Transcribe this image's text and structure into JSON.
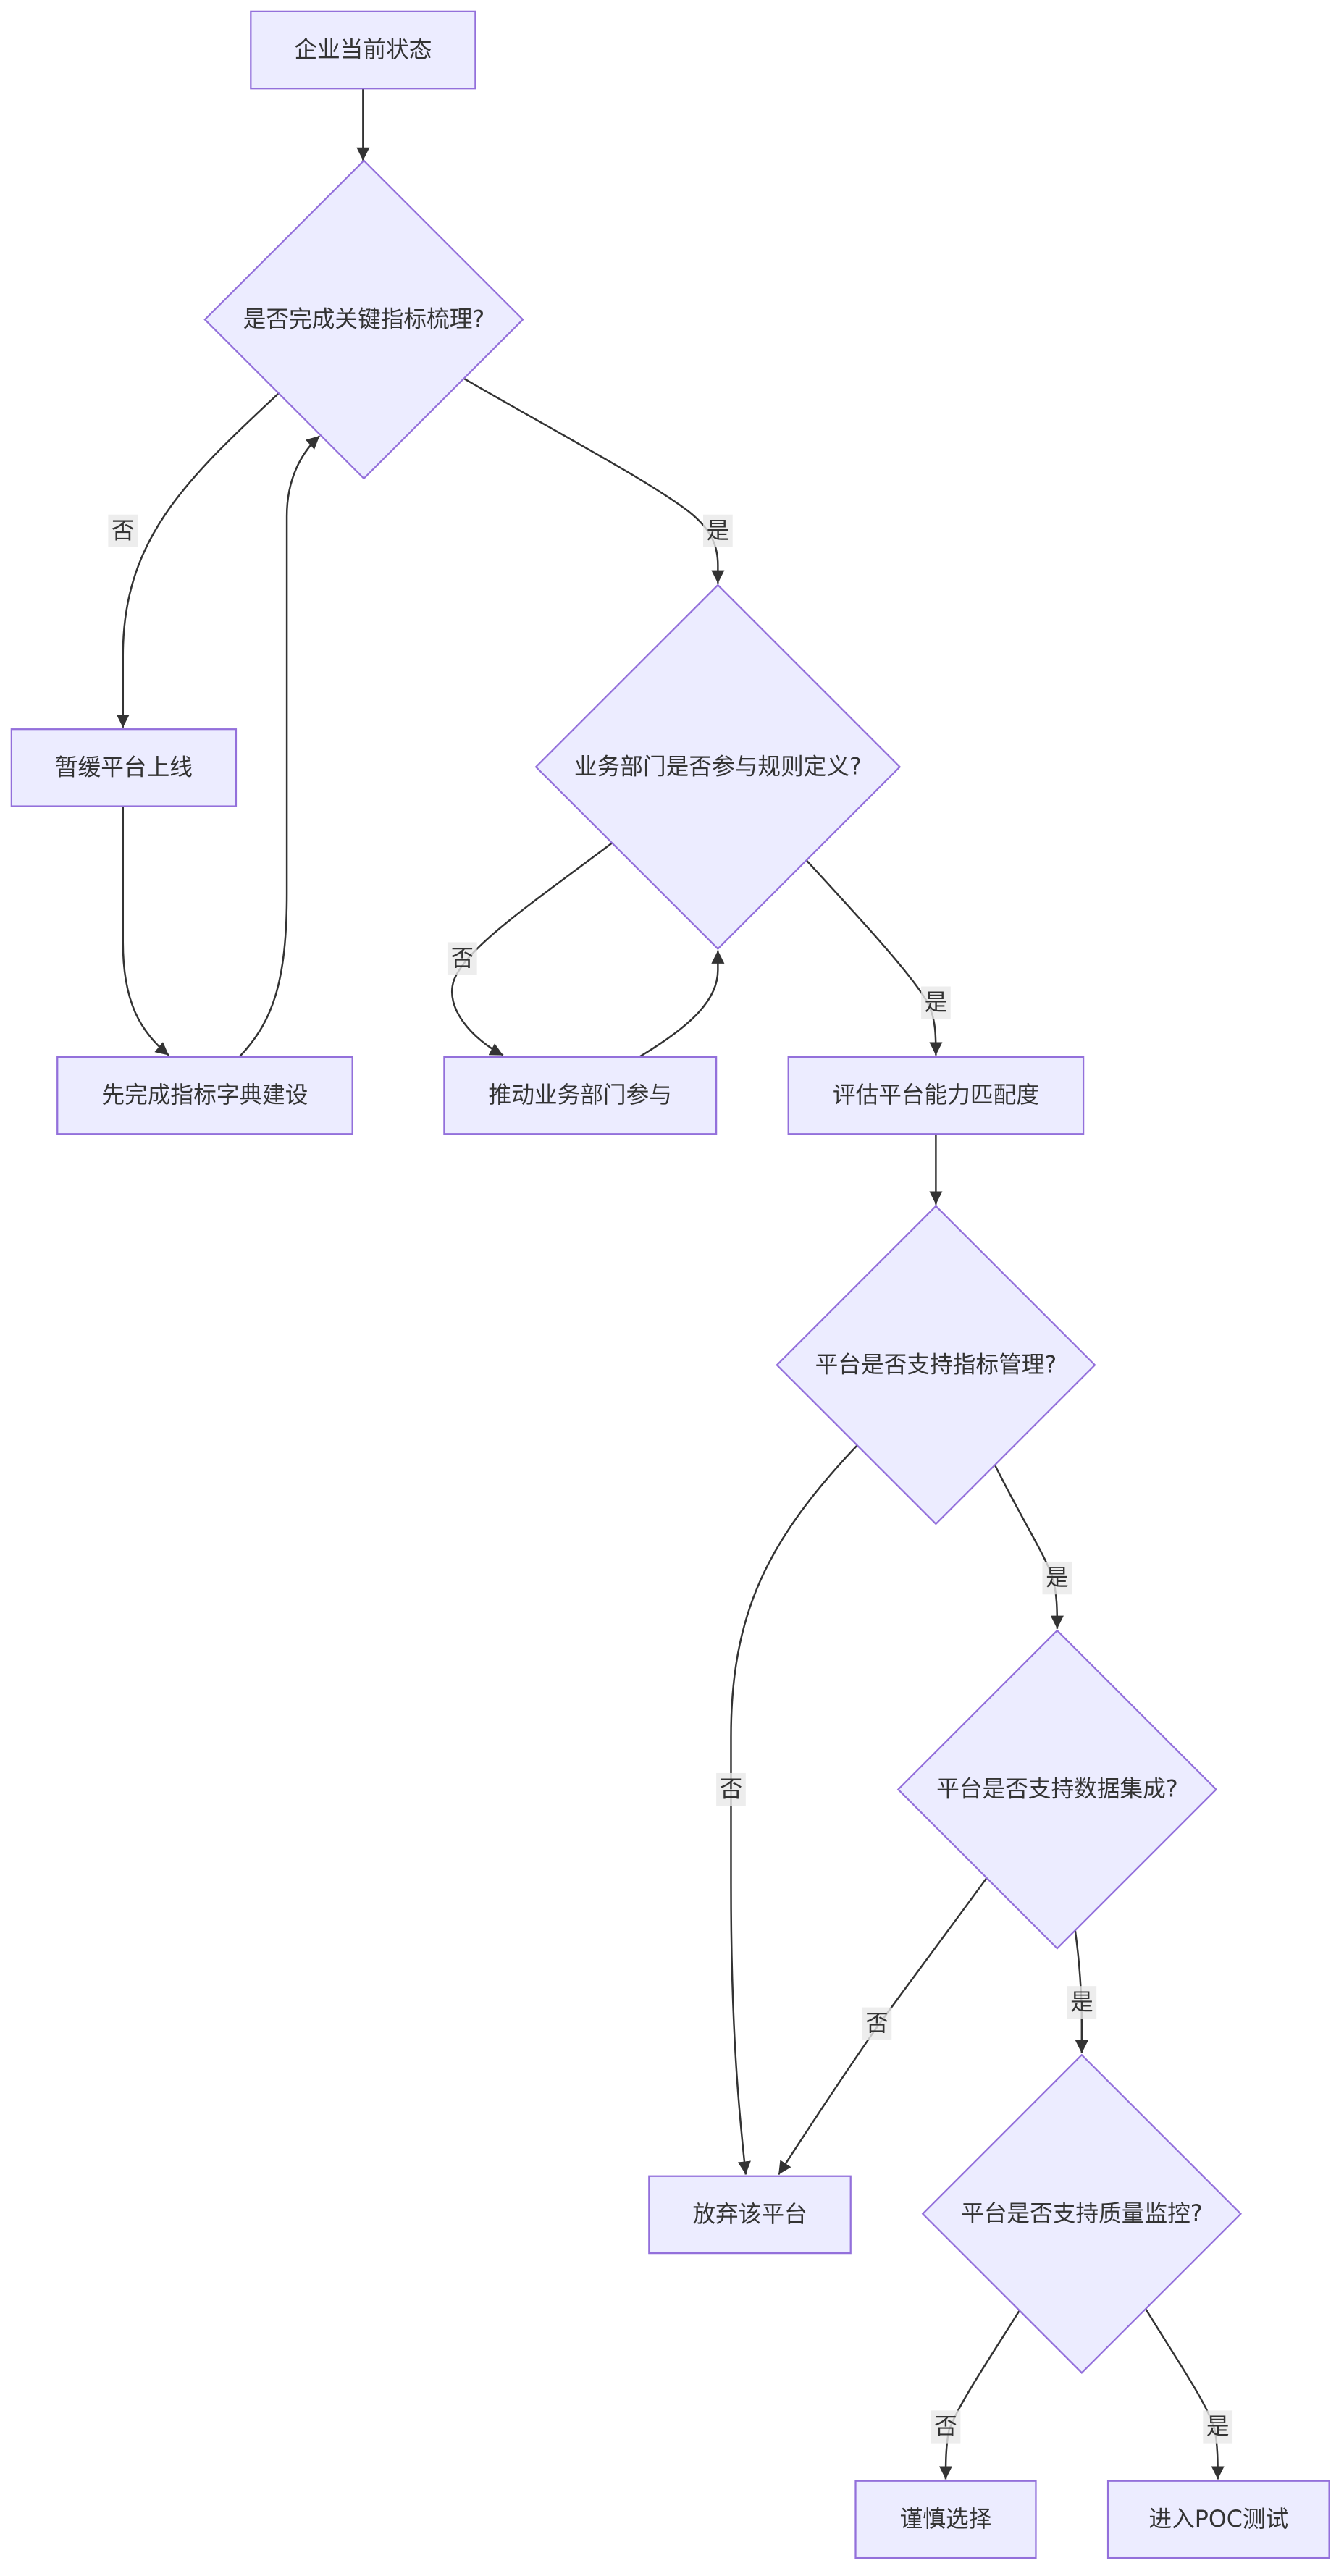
{
  "colors": {
    "background": "#FFFFFF",
    "node_fill": "#ECECFF",
    "node_stroke": "#9370DB",
    "edge_stroke": "#333333",
    "edge_label_bg": "#E8E8E8",
    "text": "#333333"
  },
  "nodes": {
    "start": "企业当前状态",
    "q_metrics_sorted": "是否完成关键指标梳理?",
    "pause_launch": "暂缓平台上线",
    "build_dictionary": "先完成指标字典建设",
    "q_business_involved": "业务部门是否参与规则定义?",
    "push_business": "推动业务部门参与",
    "evaluate_fit": "评估平台能力匹配度",
    "q_metric_management": "平台是否支持指标管理?",
    "q_data_integration": "平台是否支持数据集成?",
    "abandon_platform": "放弃该平台",
    "q_quality_monitoring": "平台是否支持质量监控?",
    "cautious_choice": "谨慎选择",
    "poc_test": "进入POC测试"
  },
  "edge_labels": {
    "metrics_no": "否",
    "metrics_yes": "是",
    "business_no": "否",
    "business_yes": "是",
    "metric_mgmt_no": "否",
    "metric_mgmt_yes": "是",
    "integration_no": "否",
    "integration_yes": "是",
    "quality_no": "否",
    "quality_yes": "是"
  }
}
